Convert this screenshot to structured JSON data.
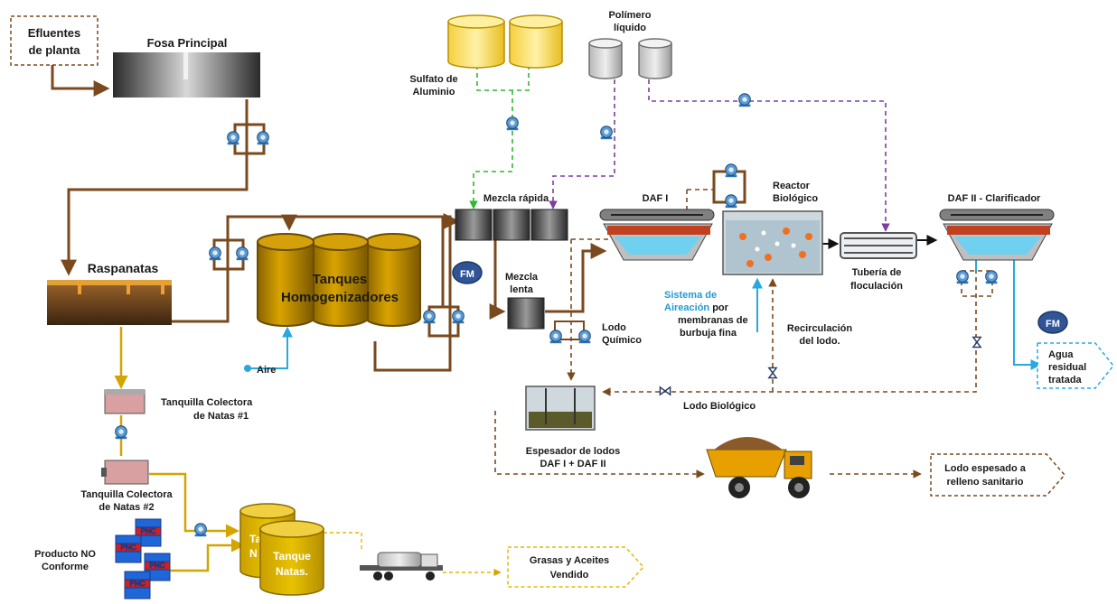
{
  "labels": {
    "effluents_l1": "Efluentes",
    "effluents_l2": "de planta",
    "main_pit": "Fosa  Principal",
    "skimmer": "Raspanatas",
    "homog_l1": "Tanques",
    "homog_l2": "Homogenizadores",
    "air": "Aire",
    "fm": "FM",
    "aluminum_l1": "Sulfato de",
    "aluminum_l2": "Aluminio",
    "polymer_l1": "Polímero",
    "polymer_l2": "líquido",
    "rapid_mix": "Mezcla rápida",
    "slow_mix_l1": "Mezcla",
    "slow_mix_l2": "lenta",
    "chem_sludge_l1": "Lodo",
    "chem_sludge_l2": "Químico",
    "daf1": "DAF I",
    "reactor_l1": "Reactor",
    "reactor_l2": "Biológico",
    "tube_l1": "Tubería de",
    "tube_l2": "floculación",
    "daf2": "DAF II - Clarificador",
    "aeration_l1_a": "Sistema de",
    "aeration_l2_a": "Aireación",
    "aeration_l2_b": " por",
    "aeration_l3": "membranas de",
    "aeration_l4": "burbuja fina",
    "recirc_l1": "Recirculación",
    "recirc_l2": "del lodo.",
    "bio_sludge": "Lodo Biológico",
    "thickener_l1": "Espesador de lodos",
    "thickener_l2": "DAF I + DAF II",
    "treated_l1": "Agua",
    "treated_l2": "residual",
    "treated_l3": "tratada",
    "landfill_l1": "Lodo espesado a",
    "landfill_l2": "relleno sanitario",
    "collector1_l1": "Tanquilla Colectora",
    "collector1_l2": "de Natas #1",
    "collector2_l1": "Tanquilla Colectora",
    "collector2_l2": "de Natas #2",
    "nonconf_l1": "Producto NO",
    "nonconf_l2": "Conforme",
    "pnc": "PNC",
    "scum_tank_l1": "Tanque",
    "scum_tank_l2": "Natas.",
    "scum_tank_back_l1": "Ta",
    "scum_tank_back_l2": "N",
    "grease_l1": "Grasas y Aceites",
    "grease_l2": "Vendido"
  },
  "colors": {
    "brown_line": "#7a4a1e",
    "yellow_line": "#d4a400",
    "green_line": "#2eb82e",
    "purple_line": "#7b3fa0",
    "blue_line": "#29a8e0",
    "aeration_text": "#1f9ad6",
    "tank_gold": "#c99400",
    "chem_yellow": "#ffe680",
    "pump_blue": "#2e74b5",
    "fm_blue": "#2f5597"
  }
}
